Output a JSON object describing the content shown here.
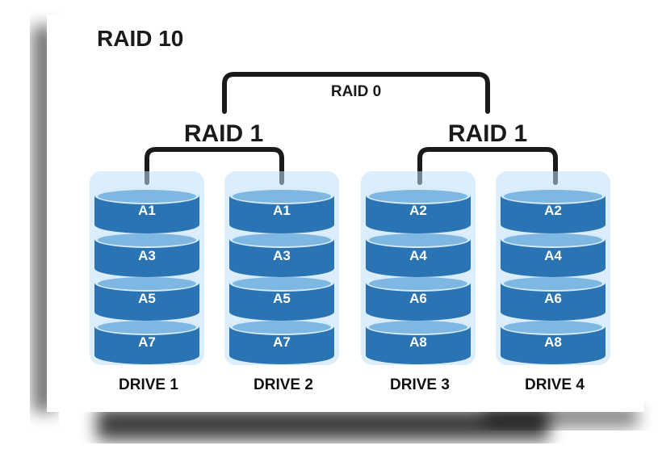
{
  "title": "RAID 10",
  "raid0_label": "RAID 0",
  "groups": [
    {
      "label": "RAID 1",
      "drives": [
        0,
        1
      ]
    },
    {
      "label": "RAID 1",
      "drives": [
        2,
        3
      ]
    }
  ],
  "drives": [
    {
      "label": "DRIVE 1",
      "blocks": [
        "A1",
        "A3",
        "A5",
        "A7"
      ]
    },
    {
      "label": "DRIVE 2",
      "blocks": [
        "A1",
        "A3",
        "A5",
        "A7"
      ]
    },
    {
      "label": "DRIVE 3",
      "blocks": [
        "A2",
        "A4",
        "A6",
        "A8"
      ]
    },
    {
      "label": "DRIVE 4",
      "blocks": [
        "A2",
        "A4",
        "A6",
        "A8"
      ]
    }
  ],
  "colors": {
    "disk_body": "#2a74b4",
    "disk_top": "#7fb7e3",
    "disk_rim": "#d9ecfa",
    "disk_halo": "#bfe0f7",
    "connector": "#1a1a1a"
  }
}
